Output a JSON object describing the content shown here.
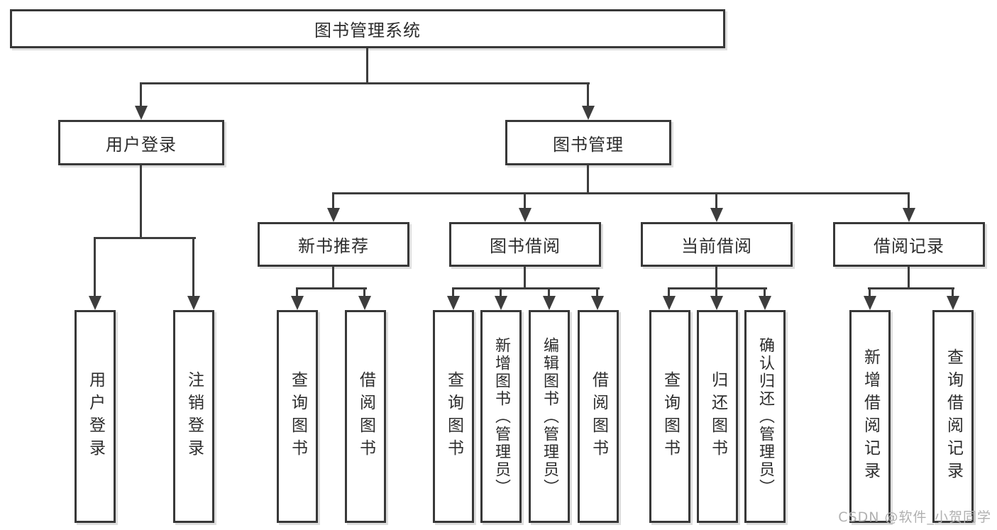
{
  "diagram": {
    "root": {
      "label": "图书管理系统"
    },
    "level2": [
      {
        "label": "用户登录"
      },
      {
        "label": "图书管理"
      }
    ],
    "level3": [
      {
        "label": "新书推荐"
      },
      {
        "label": "图书借阅"
      },
      {
        "label": "当前借阅"
      },
      {
        "label": "借阅记录"
      }
    ],
    "leaves": {
      "user": [
        "用户登录",
        "注销登录"
      ],
      "new_books": [
        "查询图书",
        "借阅图书"
      ],
      "borrow": [
        "查询图书",
        "新增图书（管理员）",
        "编辑图书（管理员）",
        "借阅图书"
      ],
      "current": [
        "查询图书",
        "归还图书",
        "确认归还（管理员）"
      ],
      "records": [
        "新增借阅记录",
        "查询借阅记录"
      ]
    }
  },
  "watermark": {
    "text": "CSDN @软件_小贺同学"
  },
  "colors": {
    "line": "#3d3d3d",
    "border": "#383838",
    "text": "#2d2d2d",
    "watermark": "#b0b0b0"
  }
}
